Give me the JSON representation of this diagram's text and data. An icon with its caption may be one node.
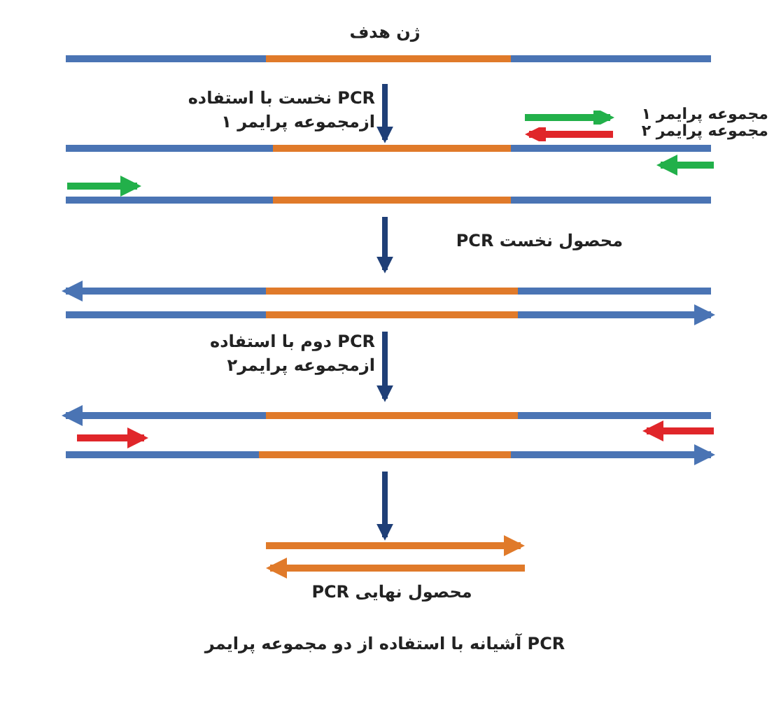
{
  "diagram": {
    "caption": "PCR آشیانه با استفاده از دو مجموعه پرایمر",
    "labels": [
      "ژن هدف",
      "PCR نخست با استفاده ازمجموعه پرایمر ۱",
      "محصول نخست PCR",
      "PCR دوم با استفاده ازمجموعه پرایمر۲",
      "محصول نهایی PCR"
    ],
    "legend": [
      {
        "text": "مجموعه پرایمر ۱"
      },
      {
        "text": "مجموعه پرایمر ۲"
      }
    ]
  }
}
